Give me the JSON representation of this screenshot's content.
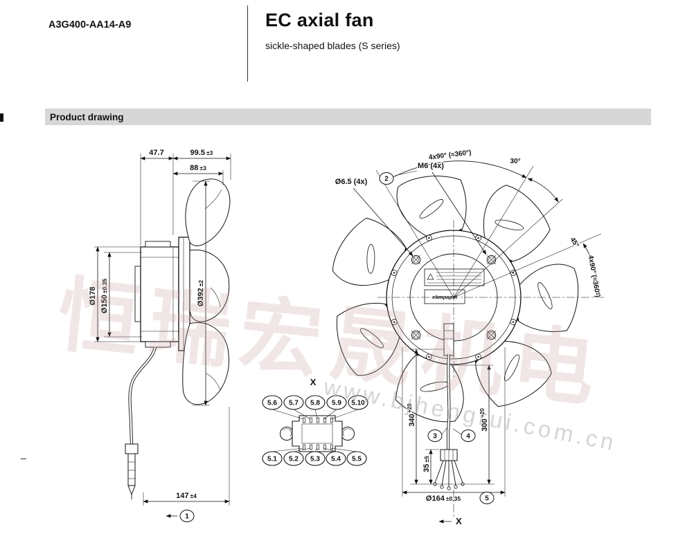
{
  "page": {
    "model": "A3G400-AA14-A9",
    "title": "EC axial fan",
    "subtitle": "sickle-shaped blades (S series)",
    "section_title": "Product drawing",
    "side_dash": "–"
  },
  "watermark": {
    "cjk": "恒瑞宏晟机电",
    "url": "www.bjhengrui.com.cn"
  },
  "colors": {
    "section_bar": "#d7d7d7",
    "line": "#111111",
    "watermark": "#c49696"
  },
  "side_view": {
    "dim_477": {
      "value": "47.7"
    },
    "dim_995": {
      "value": "99.5",
      "tol": "±3"
    },
    "dim_88": {
      "value": "88",
      "tol": "±3"
    },
    "dim_178": {
      "value": "Ø178"
    },
    "dim_150": {
      "value": "Ø150",
      "tol": "±0.35"
    },
    "dim_392": {
      "value": "Ø392",
      "tol": "±2"
    },
    "dim_147": {
      "value": "147",
      "tol": "±4"
    },
    "callout_1": "1"
  },
  "front_view": {
    "arc_top": "4x90° (≈360°)",
    "angle_30": "30°",
    "m6": "M6 (4x)",
    "hole": "Ø6.5 (4x)",
    "angle_45": "45°",
    "arc_right": "4x90° (≈360°)",
    "dim_340": {
      "value": "340",
      "tol": "+20"
    },
    "dim_300": {
      "value": "300",
      "tol": "+20"
    },
    "dim_35": {
      "value": "35",
      "tol": "±5"
    },
    "dim_164": {
      "value": "Ø164",
      "tol": "±0.35"
    },
    "callout_2": "2",
    "callout_3": "3",
    "callout_4": "4",
    "callout_5": "5",
    "hub_logo": "ebmpapst",
    "x_ref": "X"
  },
  "connector": {
    "label": "X",
    "pins_top": [
      "5.6",
      "5.7",
      "5.8",
      "5.9",
      "5.10"
    ],
    "pins_bottom": [
      "5.1",
      "5.2",
      "5.3",
      "5.4",
      "5.5"
    ]
  }
}
